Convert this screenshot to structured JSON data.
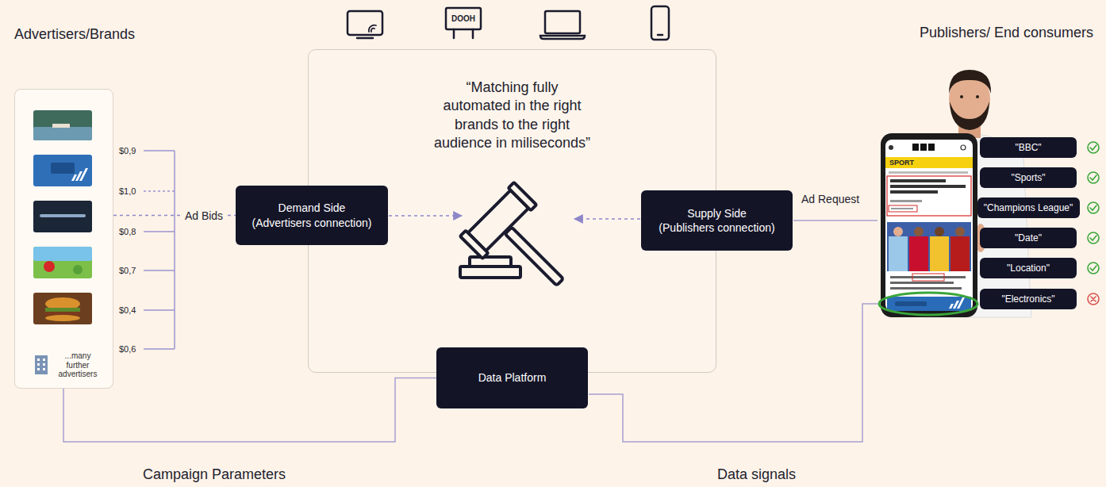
{
  "diagram": {
    "nodes": [
      {
        "text": [
          "...many further advertisers"
        ]
      },
      {
        "text": [
          "“Matching fully automated in the right brands to the right audience in miliseconds”"
        ]
      },
      {
        "text": [
          "Demand Side",
          "(Advertisers connection)"
        ]
      },
      {
        "text": [
          "Supply Side",
          "(Publishers connection)"
        ]
      },
      {
        "text": [
          "Data Platform"
        ]
      },
      {
        "text": [
          "\"BBC\""
        ]
      },
      {
        "text": [
          "\"Sports\""
        ]
      },
      {
        "text": [
          "\"Champions League\""
        ]
      },
      {
        "text": [
          "\"Date\""
        ]
      },
      {
        "text": [
          "\"Location\""
        ]
      },
      {
        "text": [
          "\"Electronics\""
        ]
      }
    ],
    "edges": [
      {
        "from": 0,
        "to": 2,
        "label": "Ad Bids",
        "arrow": "none"
      },
      {
        "from": 0,
        "to": 4,
        "arrow": "none"
      }
    ],
    "labels": [
      "Advertisers/Brands",
      "Publishers/ End consumers",
      "DOOH",
      "$0,9",
      "$1,0",
      "$0,8",
      "$0,7",
      "$0,4",
      "$0,6",
      "Ad Request",
      "Campaign Parameters",
      "Data signals",
      "SPORT"
    ]
  }
}
